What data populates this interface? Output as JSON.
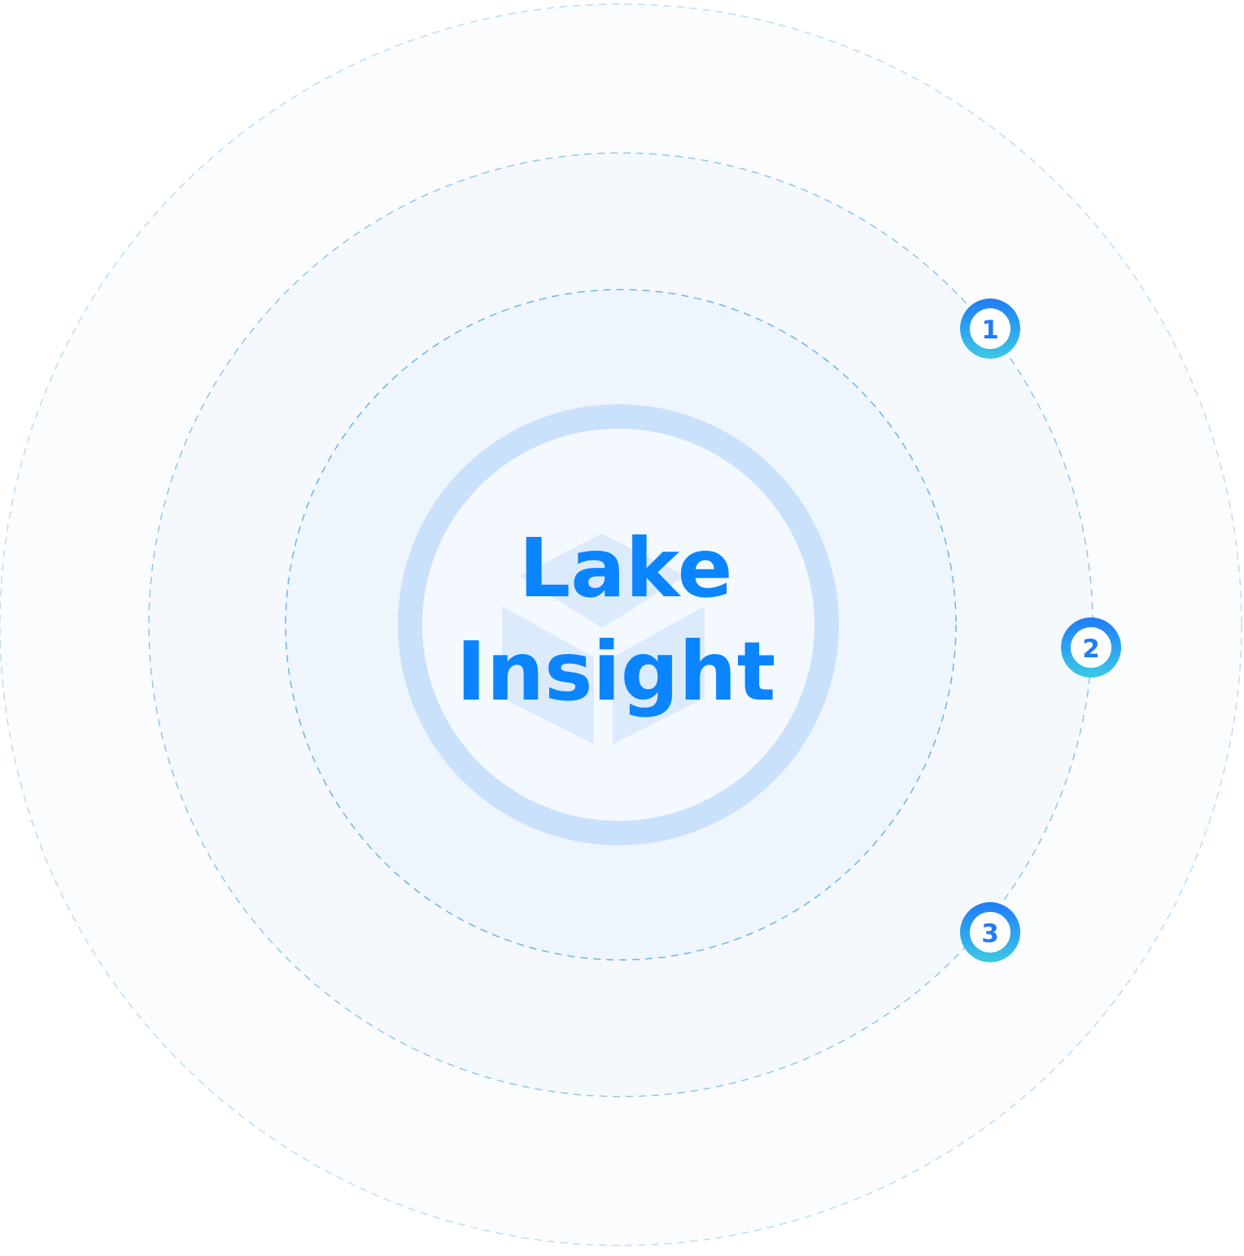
{
  "title": {
    "line1": "Lake",
    "line2": "Insight"
  },
  "markers": [
    {
      "label": "1"
    },
    {
      "label": "2"
    },
    {
      "label": "3"
    }
  ],
  "icons": {
    "center": "cube-icon"
  },
  "colors": {
    "title": "#0A84FF",
    "ring": "#C9E1FB",
    "dash_outer": "#BBDDF6",
    "dash_mid": "#8FC6F0",
    "dash_inner": "#6FB3EC",
    "marker_gradient_start": "#1F7CF6",
    "marker_gradient_end": "#3CC9E6",
    "marker_inner_fill": "#ffffff",
    "marker_text": "#1F7CF6",
    "bg_outer": "#FAFCFE",
    "bg_mid": "#F5F9FE",
    "bg_inner": "#EEF5FD",
    "cube": "#DCEBFC"
  }
}
